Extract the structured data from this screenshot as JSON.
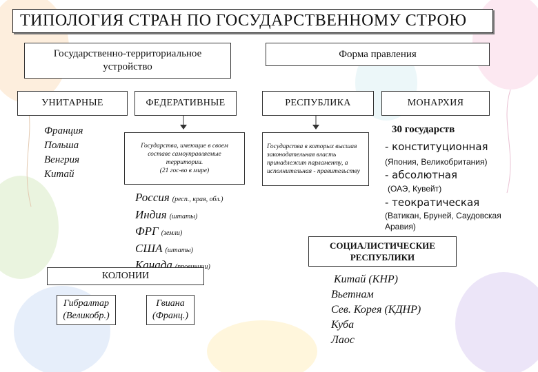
{
  "title": "ТИПОЛОГИЯ СТРАН ПО ГОСУДАРСТВЕННОМУ СТРОЮ",
  "headers": {
    "territorial": "Государственно-территориальное устройство",
    "government_form": "Форма правления"
  },
  "categories": {
    "unitary": "УНИТАРНЫЕ",
    "federative": "ФЕДЕРАТИВНЫЕ",
    "republic": "РЕСПУБЛИКА",
    "monarchy": "МОНАРХИЯ"
  },
  "unitary_examples": [
    "Франция",
    "Польша",
    "Венгрия",
    "Китай"
  ],
  "federative_note": {
    "definition": "Государства, имеющие в своем составе самоуправляемые территории.",
    "count": "(21 гос-во в мире)"
  },
  "federative_examples": [
    {
      "country": "Россия",
      "note": "(респ., края, обл.)"
    },
    {
      "country": "Индия",
      "note": "(штаты)"
    },
    {
      "country": "ФРГ",
      "note": "(земли)"
    },
    {
      "country": "США",
      "note": "(штаты)"
    },
    {
      "country": "Канада",
      "note": "(провинции)"
    }
  ],
  "republic_note": "Государства в которых высшая законодательная власть принадлежит парламенту, а исполнительная - правительству",
  "monarchy": {
    "count": "30 государств",
    "constitutional": "- конституционная",
    "constitutional_examples": "(Япония, Великобритания)",
    "absolute": "- абсолютная",
    "absolute_examples": "(ОАЭ, Кувейт)",
    "theocratic": "- теократическая",
    "theocratic_examples_1": "(Ватикан, Бруней, Саудовская",
    "theocratic_examples_2": "Аравия)"
  },
  "colonies": {
    "label": "КОЛОНИИ",
    "items": [
      {
        "line1": "Гибралтар",
        "line2": "(Великобр.)"
      },
      {
        "line1": "Гвиана",
        "line2": "(Франц.)"
      }
    ]
  },
  "socialist": {
    "label_1": "СОЦИАЛИСТИЧЕСКИЕ",
    "label_2": "РЕСПУБЛИКИ",
    "examples": [
      "Китай (КНР)",
      "Вьетнам",
      "Сев. Корея (КДНР)",
      "Куба",
      "Лаос"
    ]
  }
}
